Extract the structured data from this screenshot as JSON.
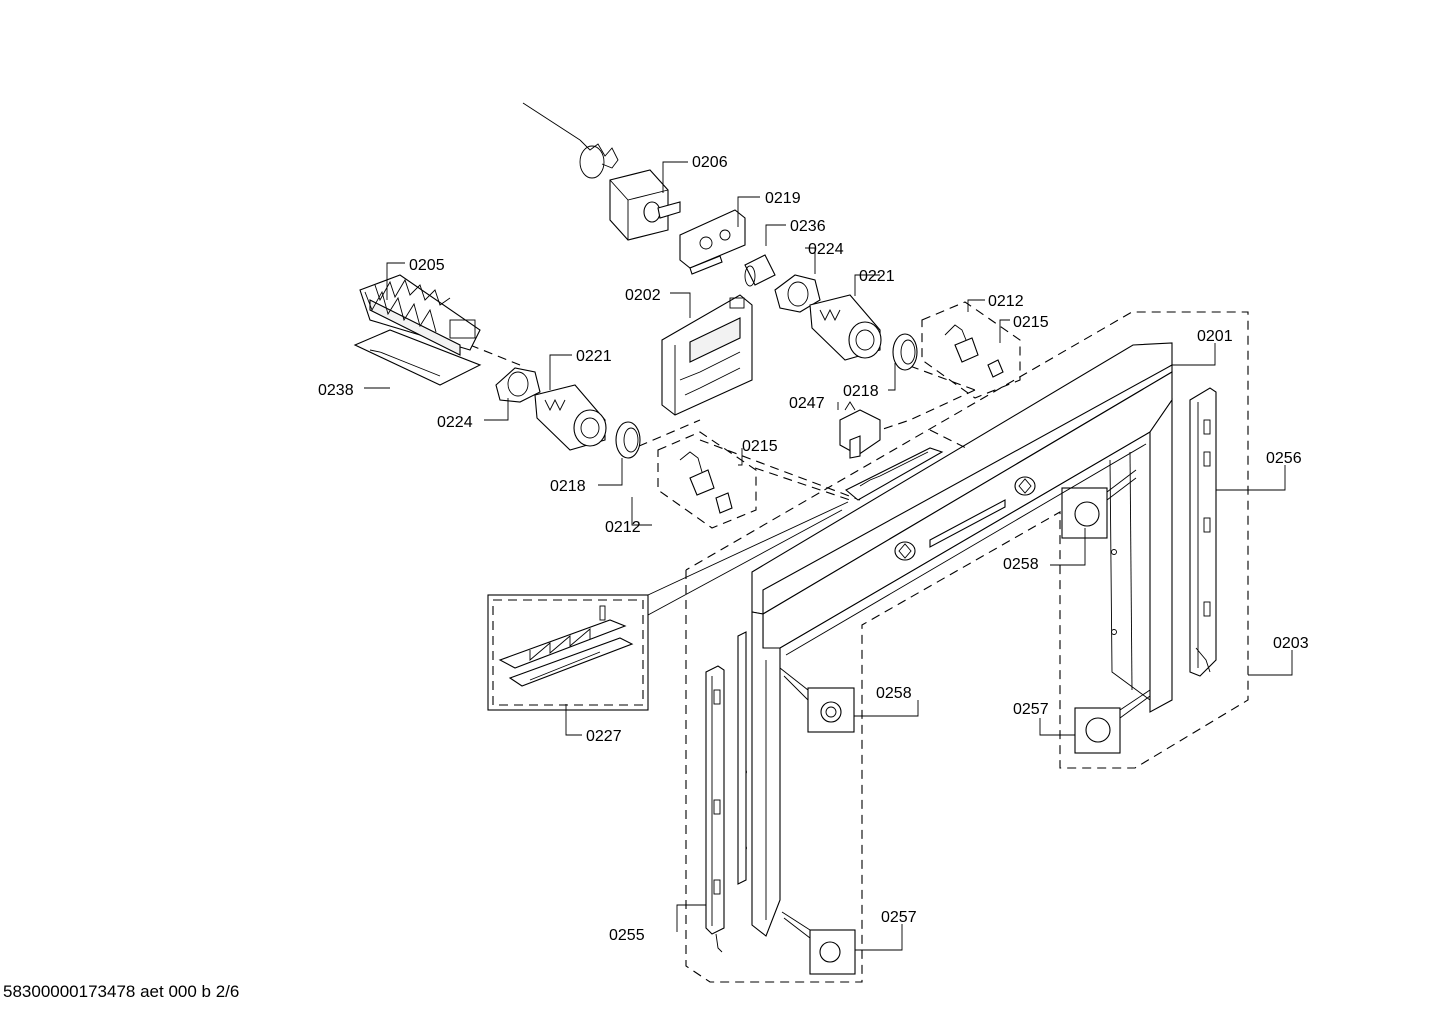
{
  "drawing_number": "58300000173478 aet 000 b 2/6",
  "callouts": {
    "c0201": "0201",
    "c0202": "0202",
    "c0203": "0203",
    "c0205": "0205",
    "c0206": "0206",
    "c0212_a": "0212",
    "c0212_b": "0212",
    "c0215_a": "0215",
    "c0215_b": "0215",
    "c0218_a": "0218",
    "c0218_b": "0218",
    "c0219": "0219",
    "c0221_a": "0221",
    "c0221_b": "0221",
    "c0224_a": "0224",
    "c0224_b": "0224",
    "c0227": "0227",
    "c0236": "0236",
    "c0238": "0238",
    "c0247": "0247",
    "c0255": "0255",
    "c0256": "0256",
    "c0257_a": "0257",
    "c0257_b": "0257",
    "c0258_a": "0258",
    "c0258_b": "0258"
  }
}
